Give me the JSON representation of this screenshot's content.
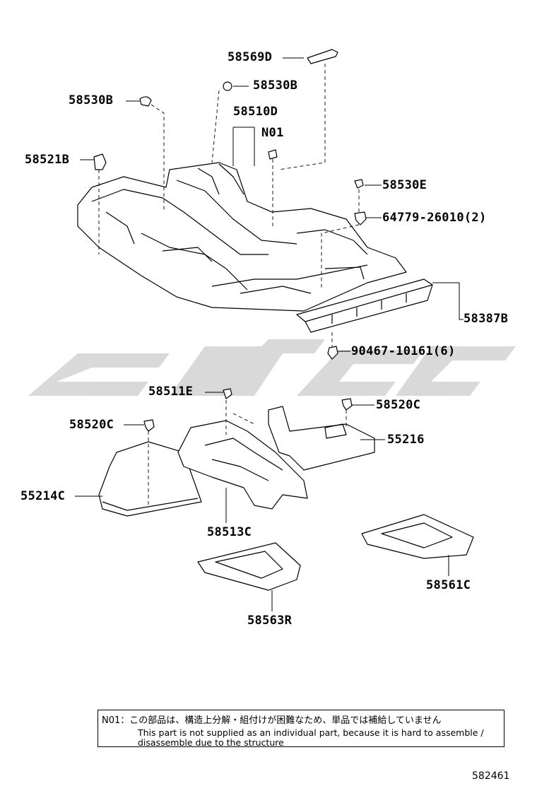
{
  "labels": {
    "p58569D": "58569D",
    "p58530B_top": "58530B",
    "p58530B_left": "58530B",
    "p58510D": "58510D",
    "n01": "N01",
    "p58521B": "58521B",
    "p58530E": "58530E",
    "p64779": "64779-26010(2)",
    "p58387B": "58387B",
    "p90467": "90467-10161(6)",
    "p58511E": "58511E",
    "p58520C_right": "58520C",
    "p58520C_left": "58520C",
    "p55216": "55216",
    "p55214C": "55214C",
    "p58513C": "58513C",
    "p58561C": "58561C",
    "p58563R": "58563R"
  },
  "note": {
    "jp": "N01：この部品は、構造上分解・組付けが困難なため、単品では補給していません",
    "en_line1": "This part is not supplied as an individual part, because it is hard to assemble /",
    "en_line2": "disassemble due to the structure"
  },
  "figure_number": "582461",
  "colors": {
    "line": "#000000",
    "fill": "#ffffff",
    "watermark": "#d3d3d3"
  }
}
